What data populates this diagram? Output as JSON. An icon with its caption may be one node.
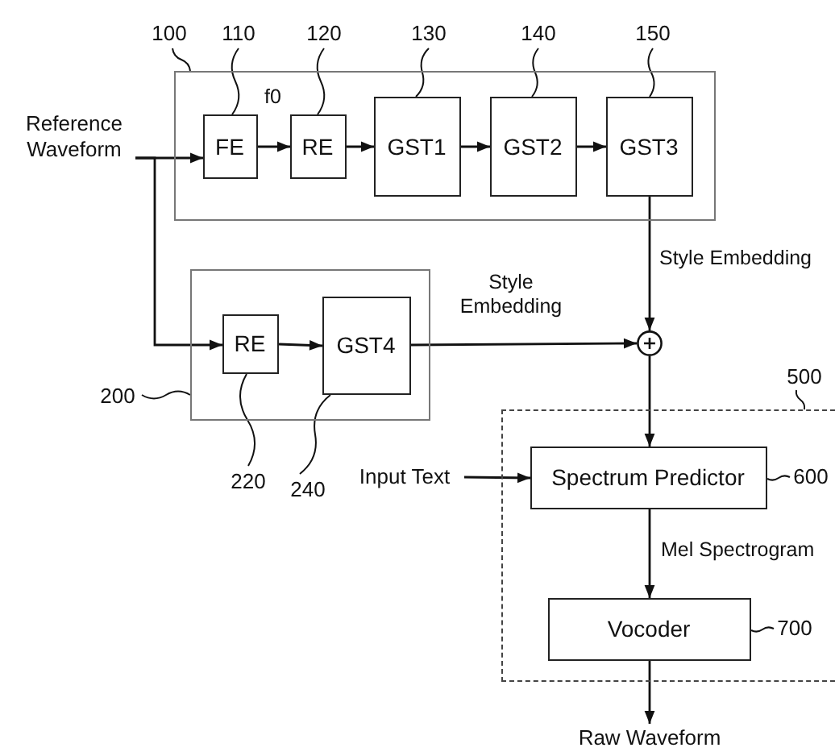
{
  "diagram": {
    "nodes": [
      {
        "text": [
          "Reference Waveform"
        ]
      },
      {
        "text": [],
        "shape": "box"
      },
      {
        "text": [
          "FE"
        ],
        "in": 1
      },
      {
        "text": [
          "RE"
        ],
        "in": 1
      },
      {
        "text": [
          "GST1"
        ],
        "in": 1
      },
      {
        "text": [
          "GST2"
        ],
        "in": 1
      },
      {
        "text": [
          "GST3"
        ],
        "in": 1
      },
      {
        "text": [],
        "shape": "box"
      },
      {
        "text": [
          "RE"
        ],
        "in": 7
      },
      {
        "text": [
          "GST4"
        ],
        "in": 7
      },
      {
        "text": [],
        "shape": "circle"
      },
      {
        "text": [],
        "shape": "box"
      },
      {
        "text": [
          "Input Text"
        ]
      },
      {
        "text": [
          "Spectrum Predictor"
        ],
        "in": 11
      },
      {
        "text": [
          "Vocoder"
        ],
        "in": 11
      },
      {
        "text": [
          "Raw Waveform"
        ]
      },
      {
        "text": [
          "100"
        ]
      },
      {
        "text": [
          "110"
        ]
      },
      {
        "text": [
          "120"
        ]
      },
      {
        "text": [
          "130"
        ]
      },
      {
        "text": [
          "140"
        ]
      },
      {
        "text": [
          "150"
        ]
      },
      {
        "text": [
          "200"
        ]
      },
      {
        "text": [
          "220"
        ]
      },
      {
        "text": [
          "240"
        ]
      },
      {
        "text": [
          "500"
        ]
      },
      {
        "text": [
          "600"
        ],
        "in": 11
      },
      {
        "text": [
          "700"
        ],
        "in": 11
      }
    ],
    "edges": [
      {
        "from": 0,
        "to": 2,
        "arrow": "to"
      },
      {
        "from": 0,
        "to": 8,
        "arrow": "to"
      },
      {
        "from": 2,
        "to": 3,
        "arrow": "to",
        "label": "f0"
      },
      {
        "from": 3,
        "to": 4,
        "arrow": "to"
      },
      {
        "from": 4,
        "to": 5,
        "arrow": "to"
      },
      {
        "from": 5,
        "to": 6,
        "arrow": "to"
      },
      {
        "from": 6,
        "to": 10,
        "arrow": "to",
        "label": "Style Embedding"
      },
      {
        "from": 8,
        "to": 9,
        "arrow": "to"
      },
      {
        "from": 9,
        "to": 10,
        "arrow": "to",
        "label": "Style Embedding"
      },
      {
        "from": 10,
        "to": 13,
        "arrow": "to"
      },
      {
        "from": 12,
        "to": 13,
        "arrow": "to"
      },
      {
        "from": 13,
        "to": 14,
        "arrow": "to",
        "label": "Mel Spectrogram"
      },
      {
        "from": 14,
        "to": 15,
        "arrow": "to"
      },
      {
        "from": 16,
        "to": 1,
        "arrow": "none"
      },
      {
        "from": 17,
        "to": 2,
        "arrow": "none"
      },
      {
        "from": 18,
        "to": 3,
        "arrow": "none"
      },
      {
        "from": 19,
        "to": 4,
        "arrow": "none"
      },
      {
        "from": 20,
        "to": 5,
        "arrow": "none"
      },
      {
        "from": 21,
        "to": 6,
        "arrow": "none"
      },
      {
        "from": 22,
        "to": 7,
        "arrow": "none"
      },
      {
        "from": 23,
        "to": 8,
        "arrow": "none"
      },
      {
        "from": 24,
        "to": 9,
        "arrow": "none"
      },
      {
        "from": 25,
        "to": 11,
        "arrow": "none"
      },
      {
        "from": 26,
        "to": 13,
        "arrow": "none"
      },
      {
        "from": 27,
        "to": 14,
        "arrow": "none"
      }
    ]
  }
}
